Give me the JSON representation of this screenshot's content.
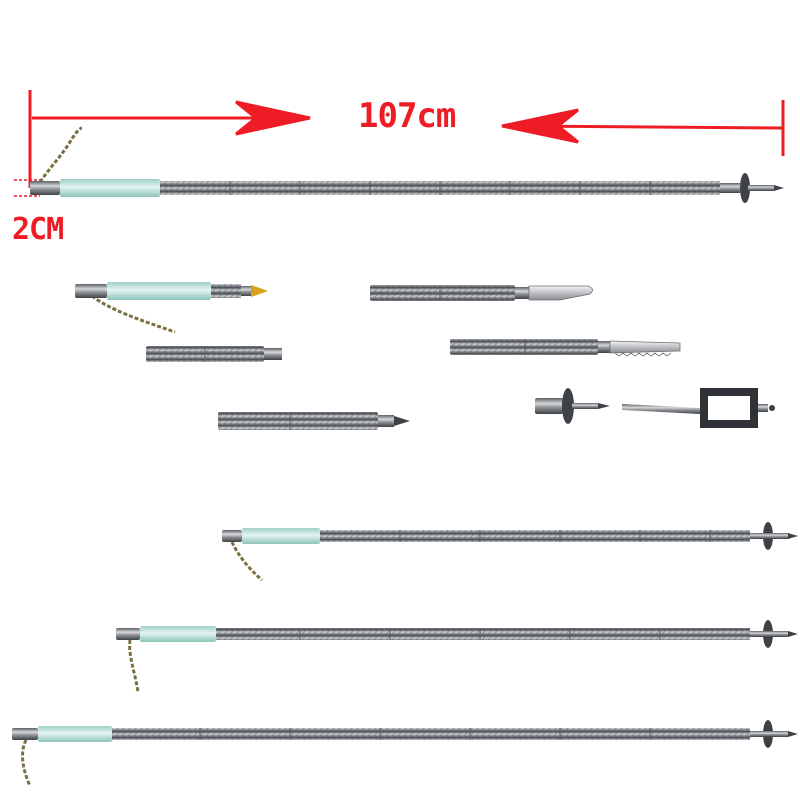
{
  "annotations": {
    "length_label": "107cm",
    "width_label": "2CM"
  },
  "colors": {
    "annotation": "#ee1c24",
    "metal": "#8c8f94",
    "metal_dark": "#3e4146",
    "grip": "#bfe3dc",
    "cord": "#7b7040",
    "tip_gold": "#d8a21c"
  },
  "items": [
    "full-pole",
    "handle-segment",
    "short-segment",
    "screwdriver-segment",
    "knife-segment",
    "saw-segment",
    "tip-basket-attachment",
    "phone-holder-attachment",
    "pole-short",
    "pole-medium",
    "pole-long"
  ]
}
